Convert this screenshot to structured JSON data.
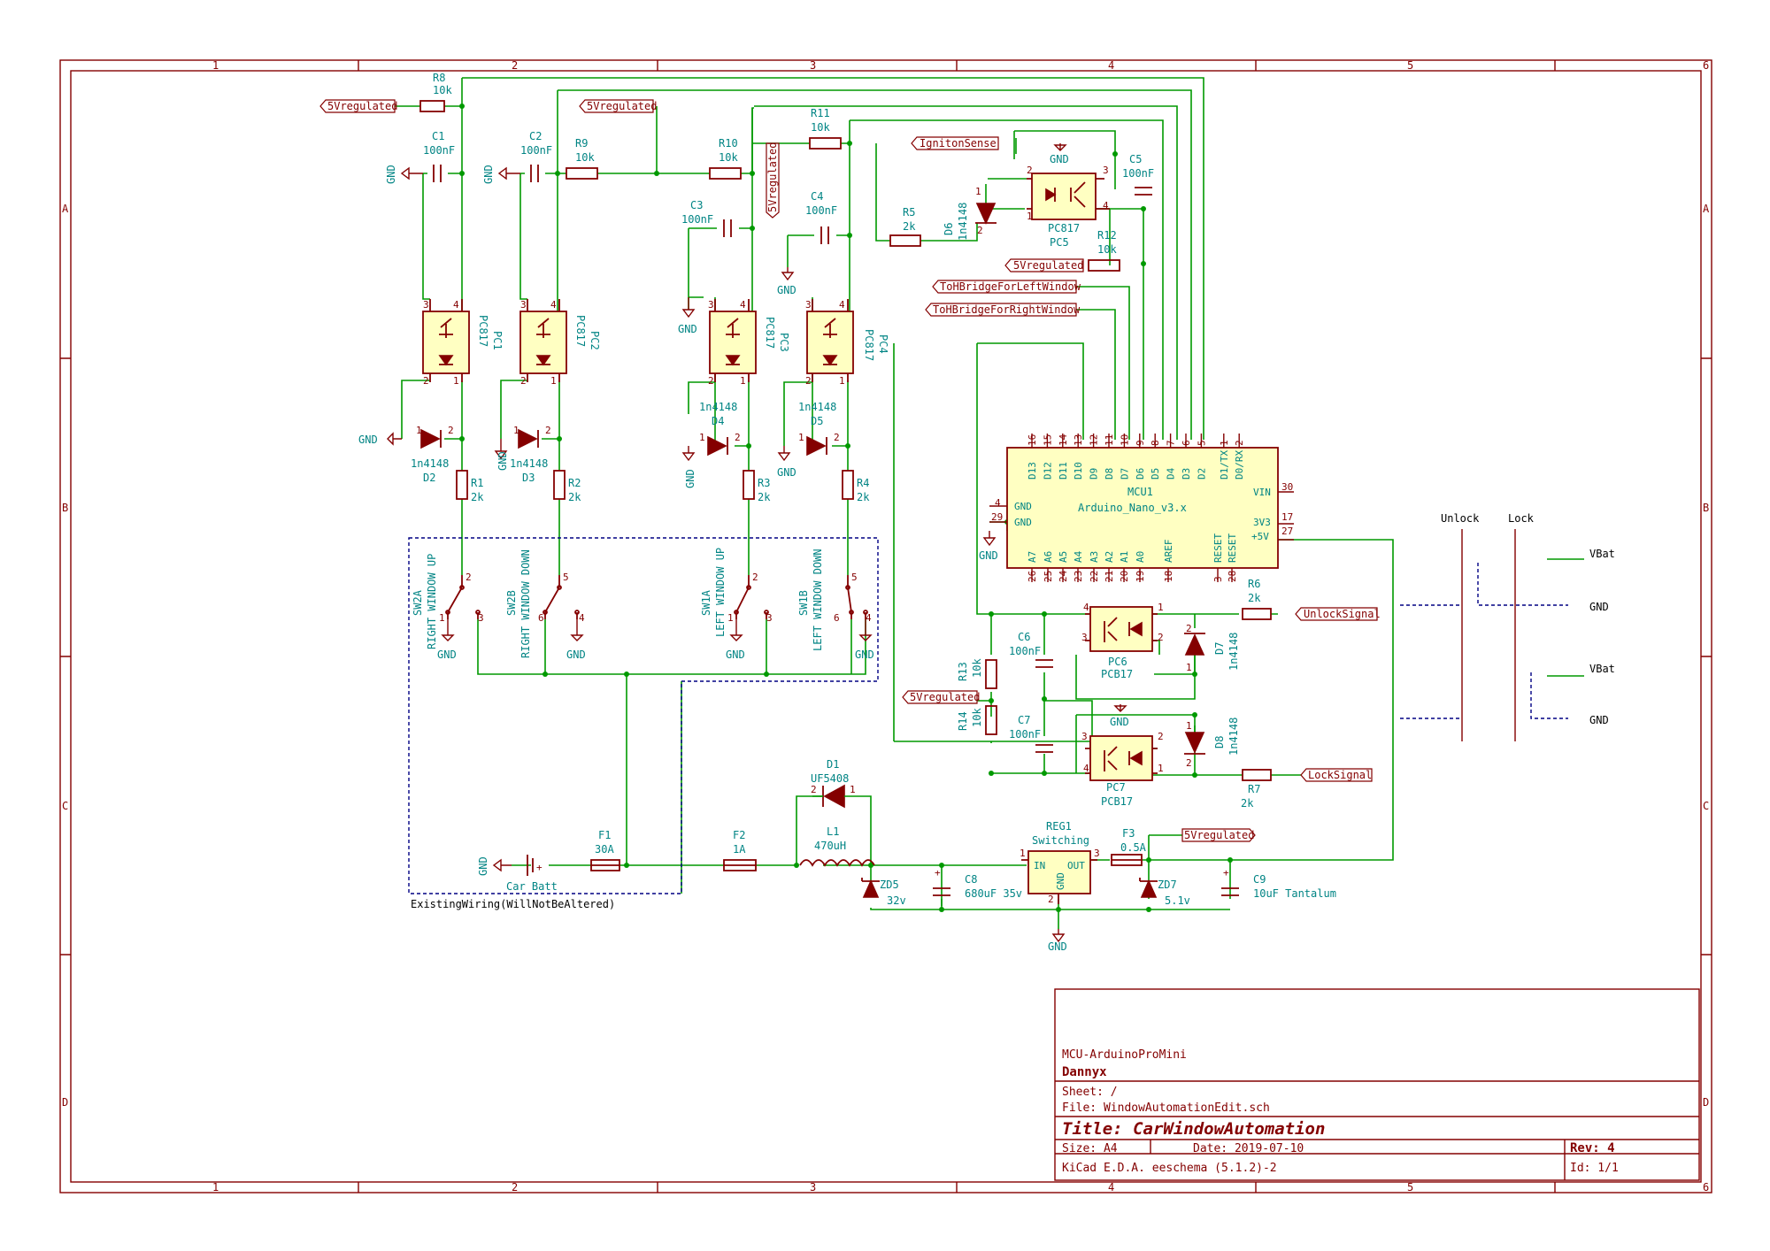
{
  "frame": {
    "columns": [
      "1",
      "2",
      "3",
      "4",
      "5",
      "6"
    ],
    "rows": [
      "A",
      "B",
      "C",
      "D"
    ]
  },
  "title_block": {
    "company": "MCU-ArduinoProMini",
    "author": "Dannyx",
    "sheet": "Sheet: /",
    "file": "File: WindowAutomationEdit.sch",
    "title": "Title: CarWindowAutomation",
    "size": "Size: A4",
    "date": "Date: 2019-07-10",
    "rev": "Rev: 4",
    "tool": "KiCad E.D.A.  eeschema (5.1.2)-2",
    "id": "Id: 1/1"
  },
  "labels": {
    "vreg": "5Vregulated",
    "ignition": "IgnitonSense",
    "hbridge_left": "ToHBridgeForLeftWindow",
    "hbridge_right": "ToHBridgeForRightWindow",
    "unlock": "UnlockSignal",
    "lock": "LockSignal"
  },
  "gnd": "GND",
  "components": {
    "R8": {
      "ref": "R8",
      "value": "10k"
    },
    "R9": {
      "ref": "R9",
      "value": "10k"
    },
    "R10": {
      "ref": "R10",
      "value": "10k"
    },
    "R11": {
      "ref": "R11",
      "value": "10k"
    },
    "R12": {
      "ref": "R12",
      "value": "10k"
    },
    "R1": {
      "ref": "R1",
      "value": "2k"
    },
    "R2": {
      "ref": "R2",
      "value": "2k"
    },
    "R3": {
      "ref": "R3",
      "value": "2k"
    },
    "R4": {
      "ref": "R4",
      "value": "2k"
    },
    "R5": {
      "ref": "R5",
      "value": "2k"
    },
    "R6": {
      "ref": "R6",
      "value": "2k"
    },
    "R7": {
      "ref": "R7",
      "value": "2k"
    },
    "R13": {
      "ref": "R13",
      "value": "10k"
    },
    "R14": {
      "ref": "R14",
      "value": "10k"
    },
    "C1": {
      "ref": "C1",
      "value": "100nF"
    },
    "C2": {
      "ref": "C2",
      "value": "100nF"
    },
    "C3": {
      "ref": "C3",
      "value": "100nF"
    },
    "C4": {
      "ref": "C4",
      "value": "100nF"
    },
    "C5": {
      "ref": "C5",
      "value": "100nF"
    },
    "C6": {
      "ref": "C6",
      "value": "100nF"
    },
    "C7": {
      "ref": "C7",
      "value": "100nF"
    },
    "C8": {
      "ref": "C8",
      "value": "680uF 35v"
    },
    "C9": {
      "ref": "C9",
      "value": "10uF Tantalum"
    },
    "D1": {
      "ref": "D1",
      "value": "UF5408"
    },
    "D2": {
      "ref": "D2",
      "value": "1n4148"
    },
    "D3": {
      "ref": "D3",
      "value": "1n4148"
    },
    "D4": {
      "ref": "D4",
      "value": "1n4148"
    },
    "D5": {
      "ref": "D5",
      "value": "1n4148"
    },
    "D6": {
      "ref": "D6",
      "value": "1n4148"
    },
    "D7": {
      "ref": "D7",
      "value": "1n4148"
    },
    "D8": {
      "ref": "D8",
      "value": "1n4148"
    },
    "PC1": {
      "ref": "PC1",
      "value": "PC817"
    },
    "PC2": {
      "ref": "PC2",
      "value": "PC817"
    },
    "PC3": {
      "ref": "PC3",
      "value": "PC817"
    },
    "PC4": {
      "ref": "PC4",
      "value": "PC817"
    },
    "PC5": {
      "ref": "PC5",
      "value": "PC817"
    },
    "PC6": {
      "ref": "PC6",
      "value": "PCB17"
    },
    "PC7": {
      "ref": "PC7",
      "value": "PCB17"
    },
    "F1": {
      "ref": "F1",
      "value": "30A"
    },
    "F2": {
      "ref": "F2",
      "value": "1A"
    },
    "F3": {
      "ref": "F3",
      "value": "0.5A"
    },
    "L1": {
      "ref": "L1",
      "value": "470uH"
    },
    "ZD5": {
      "ref": "ZD5",
      "value": "32v"
    },
    "ZD7": {
      "ref": "ZD7",
      "value": "5.1v"
    },
    "REG1": {
      "ref": "REG1",
      "value": "Switching"
    },
    "MCU1": {
      "ref": "MCU1",
      "value": "Arduino_Nano_v3.x"
    },
    "BATT": {
      "value": "Car Batt"
    },
    "SW2A": {
      "ref": "SW2A",
      "value": "RIGHT WINDOW UP"
    },
    "SW2B": {
      "ref": "SW2B",
      "value": "RIGHT WINDOW DOWN"
    },
    "SW1A": {
      "ref": "SW1A",
      "value": "LEFT WINDOW UP"
    },
    "SW1B": {
      "ref": "SW1B",
      "value": "LEFT WINDOW DOWN"
    }
  },
  "regulator_pins": {
    "in": "IN",
    "out": "OUT",
    "gnd": "GND"
  },
  "mcu": {
    "top_pins": [
      "D13",
      "D12",
      "D11",
      "D10",
      "D9",
      "D8",
      "D7",
      "D6",
      "D5",
      "D4",
      "D3",
      "D2",
      "D1/TX",
      "D0/RX"
    ],
    "top_nums": [
      "16",
      "15",
      "14",
      "13",
      "12",
      "11",
      "10",
      "9",
      "8",
      "7",
      "6",
      "5",
      "1",
      "2"
    ],
    "bottom_pins": [
      "A7",
      "A6",
      "A5",
      "A4",
      "A3",
      "A2",
      "A1",
      "A0",
      "AREF",
      "RESET",
      "RESET"
    ],
    "bottom_nums": [
      "26",
      "25",
      "24",
      "23",
      "22",
      "21",
      "20",
      "19",
      "18",
      "3",
      "28"
    ],
    "left_pins": [
      "GND",
      "GND"
    ],
    "left_nums": [
      "4",
      "29"
    ],
    "right_pins": [
      "VIN",
      "3V3",
      "+5V"
    ],
    "right_nums": [
      "30",
      "17",
      "27"
    ]
  },
  "existing_wiring": "ExistingWiring(WillNotBeAltered)",
  "legend": {
    "unlock": "Unlock",
    "lock": "Lock",
    "vbat1": "VBat",
    "gnd1": "GND",
    "vbat2": "VBat",
    "gnd2": "GND"
  },
  "colors": {
    "frame": "#840000",
    "wire": "#009900",
    "component_fill": "#ffffc2",
    "text": "#008484",
    "bus": "#000084"
  }
}
